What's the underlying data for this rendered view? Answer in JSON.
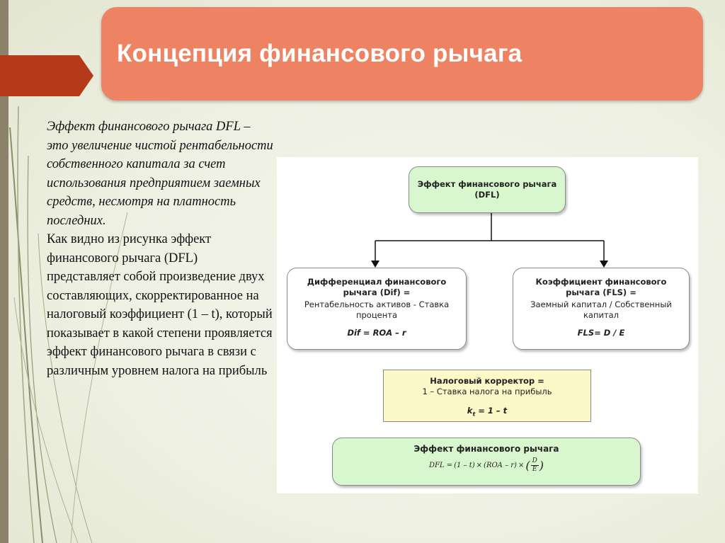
{
  "slide": {
    "title": "Концепция финансового рычага"
  },
  "body": {
    "definition": "Эффект финансового рычага DFL – это увеличение чистой рентабельности собственного капитала за счет использования предприятием заемных средств, несмотря на платность последних.",
    "explanation": "Как видно из рисунка эффект финансового рычага (DFL) представляет собой произведение двух составляющих, скорректированное на налоговый коэффициент (1 – t), который показывает в какой степени проявляется эффект финансового рычага в связи с различным уровнем налога на прибыль"
  },
  "diagram": {
    "top": {
      "title": "Эффект финансового рычага",
      "abbr": "(DFL)"
    },
    "left": {
      "title": "Дифференциал финансового рычага (Dif) =",
      "text": "Рентабельность активов - Ставка процента",
      "formula": "Dif = ROA – r"
    },
    "right": {
      "title": "Коэффициент финансового рычага (FLS) =",
      "text": "Заемный капитал / Собственный капитал",
      "formula": "FLS= D / E"
    },
    "tax": {
      "title": "Налоговый корректор =",
      "text": "1 – Ставка налога на прибыль",
      "formula_k": "k",
      "formula_sub": "t",
      "formula_rest": " = 1 – t"
    },
    "result": {
      "title": "Эффект финансового рычага",
      "f_lhs": "DFL =",
      "f_t1": "(1 – t)",
      "f_x1": "×",
      "f_t2": "(ROA – r)",
      "f_x2": "×",
      "f_num": "D",
      "f_den": "E"
    }
  },
  "colors": {
    "title_bg": "#ee8363",
    "ribbon": "#b5391b",
    "green_box": "#d9f7cf",
    "yellow_box": "#fdf8c8"
  }
}
